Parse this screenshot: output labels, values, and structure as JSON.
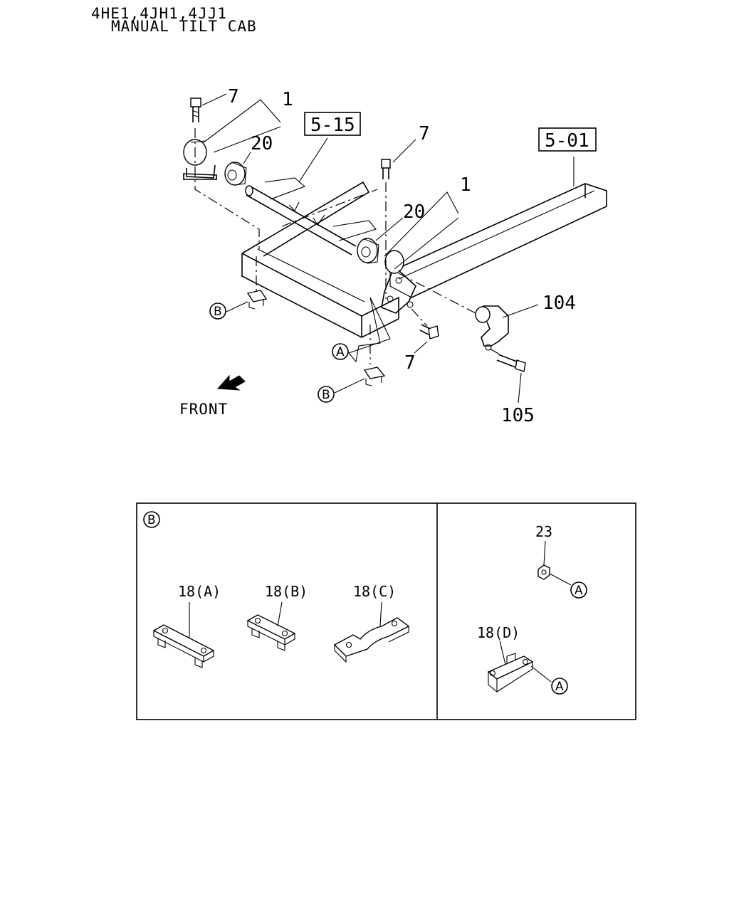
{
  "header": {
    "engines": "4HE1,4JH1,4JJ1",
    "title": "MANUAL TILT CAB"
  },
  "labels": {
    "bolt_top_left": "7",
    "bracket_top_left": "1",
    "bushing_top_left": "20",
    "ref_box_left": "5-15",
    "bolt_top_mid": "7",
    "ref_box_right": "5-01",
    "bracket_mid": "1",
    "bushing_mid": "20",
    "stopper": "104",
    "bolt_front": "7",
    "bolt_right": "105",
    "front": "FRONT"
  },
  "callouts": {
    "b_left": "B",
    "a_mid": "A",
    "b_bottom": "B",
    "box_b": "B",
    "a_nut": "A",
    "a_plate": "A"
  },
  "detail_box": {
    "plate_a": "18(A)",
    "plate_b": "18(B)",
    "plate_c": "18(C)",
    "nut": "23",
    "plate_d": "18(D)"
  }
}
